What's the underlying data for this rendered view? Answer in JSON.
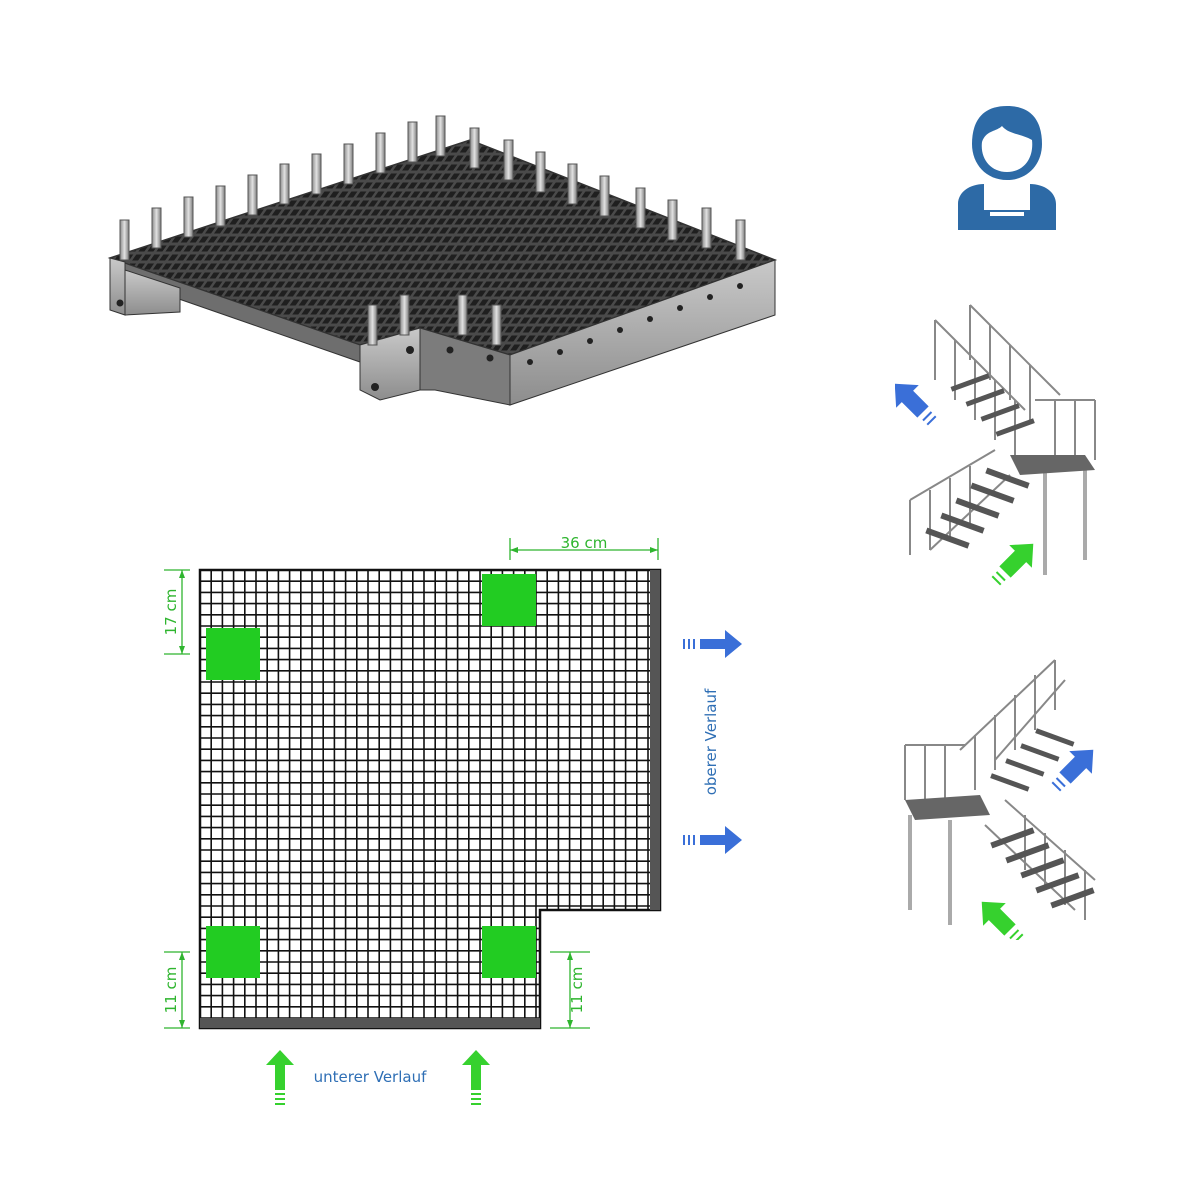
{
  "diagram": {
    "dimensions": {
      "top_width": "36 cm",
      "left_top_offset": "17 cm",
      "left_bottom_offset": "11 cm",
      "right_bottom_offset": "11 cm"
    },
    "routes": {
      "upper": "oberer Verlauf",
      "lower": "unterer Verlauf"
    },
    "colors": {
      "mounting_pad": "#22cc22",
      "dimension_line": "#2fb52f",
      "route_text": "#2f6fb5",
      "arrow_blue": "#3a6fd8",
      "arrow_green": "#36d12e",
      "grid": "#111111"
    },
    "icons": [
      "worker-icon",
      "platform-3d-icon",
      "staircase-icon",
      "arrow-icon"
    ]
  }
}
